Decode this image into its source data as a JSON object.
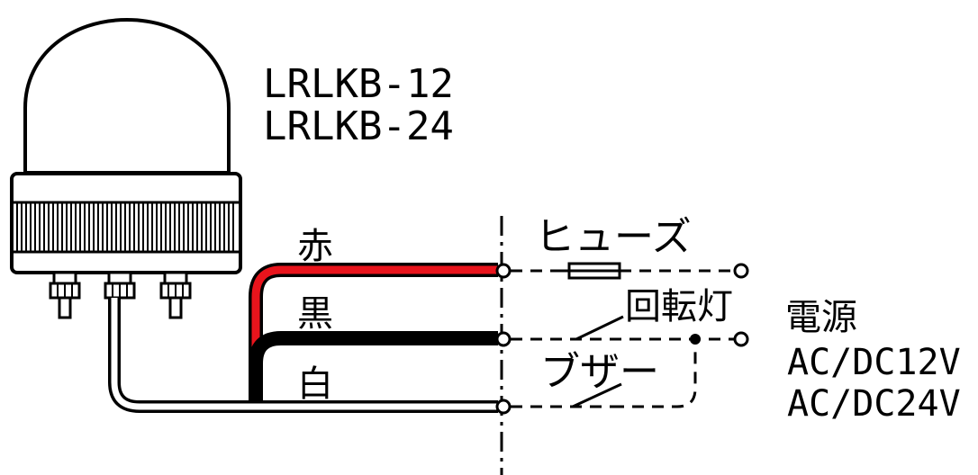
{
  "models": [
    "LRLKB-12",
    "LRLKB-24"
  ],
  "wires": {
    "red": "赤",
    "black": "黒",
    "white": "白"
  },
  "components": {
    "fuse": "ヒューズ",
    "rotating_light": "回転灯",
    "buzzer": "ブザー"
  },
  "power": {
    "label": "電源",
    "voltages": [
      "AC/DC12V",
      "AC/DC24V"
    ]
  },
  "colors": {
    "red_wire": "#e8141c",
    "black_wire": "#000000",
    "line": "#000000"
  }
}
